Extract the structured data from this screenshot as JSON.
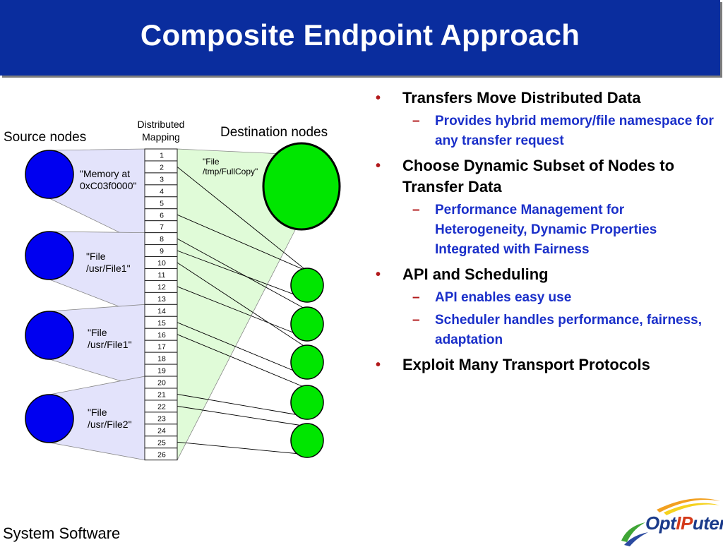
{
  "slide": {
    "title": "Composite Endpoint Approach",
    "footer": "System Software"
  },
  "diagram": {
    "source_header": "Source nodes",
    "mapping_header_line1": "Distributed",
    "mapping_header_line2": "Mapping",
    "dest_header": "Destination nodes",
    "slots": [
      "1",
      "2",
      "3",
      "4",
      "5",
      "6",
      "7",
      "8",
      "9",
      "10",
      "11",
      "12",
      "13",
      "14",
      "15",
      "16",
      "17",
      "18",
      "19",
      "20",
      "21",
      "22",
      "23",
      "24",
      "25",
      "26"
    ],
    "sources": [
      {
        "line1": "\"Memory at",
        "line2": "0xC03f0000\""
      },
      {
        "line1": "\"File",
        "line2": "/usr/File1\""
      },
      {
        "line1": "\"File",
        "line2": "/usr/File1\""
      },
      {
        "line1": "\"File",
        "line2": "/usr/File2\""
      }
    ],
    "destination_label_line1": "\"File",
    "destination_label_line2": "/tmp/FullCopy\"",
    "colors": {
      "source": "#0000f0",
      "dest": "#00e600",
      "source_fan": "#e3e3fb",
      "dest_fan": "#e0fbd8"
    }
  },
  "bullets": [
    {
      "text": "Transfers Move Distributed Data",
      "subs": [
        "Provides hybrid memory/file namespace for any transfer request"
      ]
    },
    {
      "text": "Choose Dynamic Subset of Nodes to Transfer Data",
      "subs": [
        "Performance Management for Heterogeneity, Dynamic Properties Integrated with Fairness"
      ]
    },
    {
      "text": "API and Scheduling",
      "subs": [
        "API enables easy use",
        "Scheduler handles performance, fairness, adaptation"
      ]
    },
    {
      "text": "Exploit Many Transport Protocols",
      "subs": []
    }
  ],
  "markers": {
    "bullet": "•",
    "dash": "–"
  },
  "logo": {
    "part1": "Opt",
    "part2": "IP",
    "part3": "uter"
  }
}
